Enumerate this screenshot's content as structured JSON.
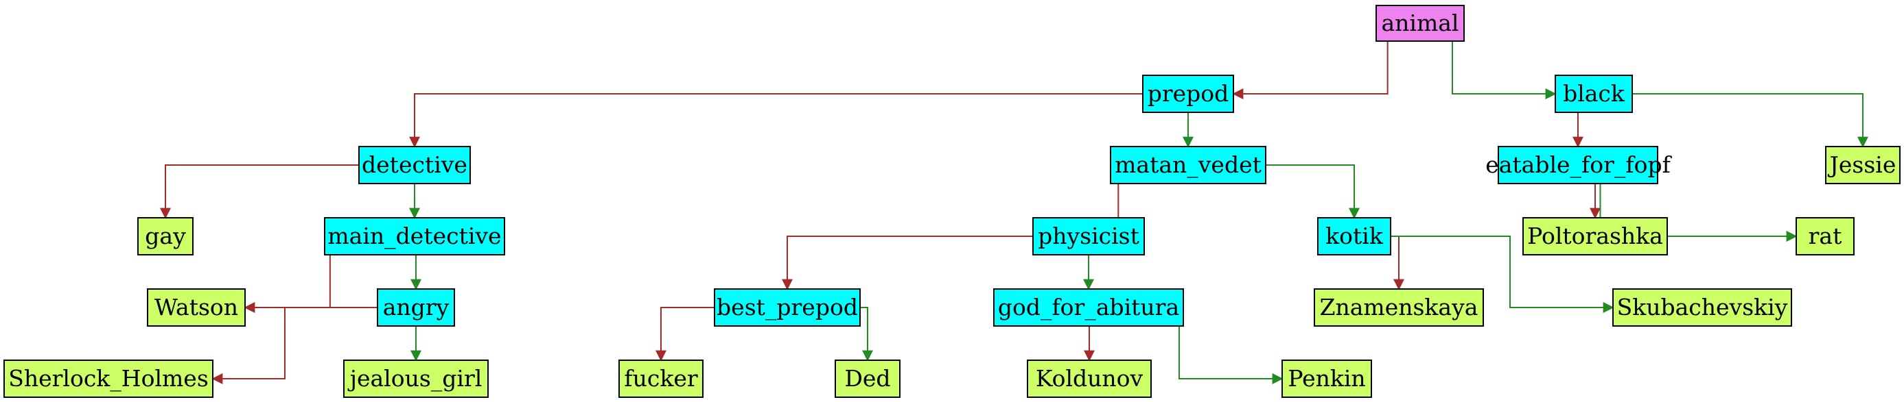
{
  "colors": {
    "root": "#ee82ee",
    "internal": "#00ffff",
    "leaf": "#ccff66",
    "edge_left": "#a52a2a",
    "edge_right": "#228b22"
  },
  "nodes": [
    {
      "id": "animal",
      "label": "animal",
      "kind": "root"
    },
    {
      "id": "prepod",
      "label": "prepod",
      "kind": "internal"
    },
    {
      "id": "black",
      "label": "black",
      "kind": "internal"
    },
    {
      "id": "detective",
      "label": "detective",
      "kind": "internal"
    },
    {
      "id": "matan_vedet",
      "label": "matan_vedet",
      "kind": "internal"
    },
    {
      "id": "eatable_for_fopf",
      "label": "eatable_for_fopf",
      "kind": "internal"
    },
    {
      "id": "Jessie",
      "label": "Jessie",
      "kind": "leaf"
    },
    {
      "id": "gay",
      "label": "gay",
      "kind": "leaf"
    },
    {
      "id": "main_detective",
      "label": "main_detective",
      "kind": "internal"
    },
    {
      "id": "physicist",
      "label": "physicist",
      "kind": "internal"
    },
    {
      "id": "kotik",
      "label": "kotik",
      "kind": "internal"
    },
    {
      "id": "Poltorashka",
      "label": "Poltorashka",
      "kind": "leaf"
    },
    {
      "id": "rat",
      "label": "rat",
      "kind": "leaf"
    },
    {
      "id": "Watson",
      "label": "Watson",
      "kind": "leaf"
    },
    {
      "id": "angry",
      "label": "angry",
      "kind": "internal"
    },
    {
      "id": "best_prepod",
      "label": "best_prepod",
      "kind": "internal"
    },
    {
      "id": "god_for_abitura",
      "label": "god_for_abitura",
      "kind": "internal"
    },
    {
      "id": "Znamenskaya",
      "label": "Znamenskaya",
      "kind": "leaf"
    },
    {
      "id": "Skubachevskiy",
      "label": "Skubachevskiy",
      "kind": "leaf"
    },
    {
      "id": "Sherlock_Holmes",
      "label": "Sherlock_Holmes",
      "kind": "leaf"
    },
    {
      "id": "jealous_girl",
      "label": "jealous_girl",
      "kind": "leaf"
    },
    {
      "id": "fucker",
      "label": "fucker",
      "kind": "leaf"
    },
    {
      "id": "Ded",
      "label": "Ded",
      "kind": "leaf"
    },
    {
      "id": "Koldunov",
      "label": "Koldunov",
      "kind": "leaf"
    },
    {
      "id": "Penkin",
      "label": "Penkin",
      "kind": "leaf"
    }
  ],
  "edges": [
    {
      "from": "animal",
      "to": "prepod",
      "branch": "left"
    },
    {
      "from": "animal",
      "to": "black",
      "branch": "right"
    },
    {
      "from": "prepod",
      "to": "detective",
      "branch": "left"
    },
    {
      "from": "prepod",
      "to": "matan_vedet",
      "branch": "right"
    },
    {
      "from": "black",
      "to": "eatable_for_fopf",
      "branch": "left"
    },
    {
      "from": "black",
      "to": "Jessie",
      "branch": "right"
    },
    {
      "from": "detective",
      "to": "gay",
      "branch": "left"
    },
    {
      "from": "detective",
      "to": "main_detective",
      "branch": "right"
    },
    {
      "from": "matan_vedet",
      "to": "physicist",
      "branch": "left"
    },
    {
      "from": "matan_vedet",
      "to": "kotik",
      "branch": "right"
    },
    {
      "from": "eatable_for_fopf",
      "to": "Poltorashka",
      "branch": "left"
    },
    {
      "from": "eatable_for_fopf",
      "to": "rat",
      "branch": "right"
    },
    {
      "from": "main_detective",
      "to": "Watson",
      "branch": "left"
    },
    {
      "from": "main_detective",
      "to": "angry",
      "branch": "right"
    },
    {
      "from": "physicist",
      "to": "best_prepod",
      "branch": "left"
    },
    {
      "from": "physicist",
      "to": "god_for_abitura",
      "branch": "right"
    },
    {
      "from": "kotik",
      "to": "Znamenskaya",
      "branch": "left"
    },
    {
      "from": "kotik",
      "to": "Skubachevskiy",
      "branch": "right"
    },
    {
      "from": "angry",
      "to": "Sherlock_Holmes",
      "branch": "left"
    },
    {
      "from": "angry",
      "to": "jealous_girl",
      "branch": "right"
    },
    {
      "from": "best_prepod",
      "to": "fucker",
      "branch": "left"
    },
    {
      "from": "best_prepod",
      "to": "Ded",
      "branch": "right"
    },
    {
      "from": "god_for_abitura",
      "to": "Koldunov",
      "branch": "left"
    },
    {
      "from": "god_for_abitura",
      "to": "Penkin",
      "branch": "right"
    }
  ]
}
